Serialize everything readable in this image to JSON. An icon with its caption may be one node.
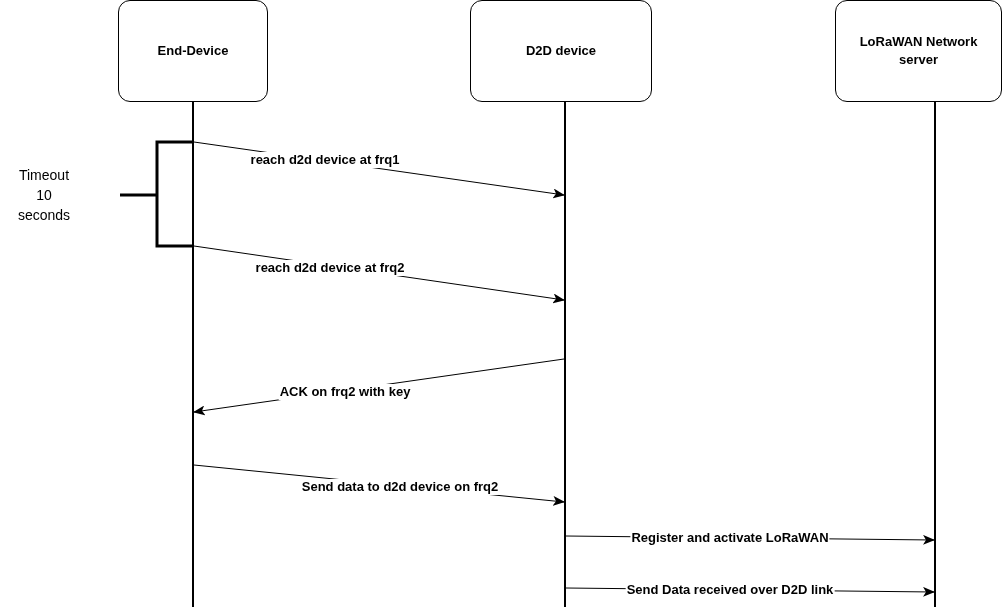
{
  "diagram": {
    "nodes": [
      {
        "text": [
          "End-Device"
        ]
      },
      {
        "text": [
          "D2D device"
        ]
      },
      {
        "text": [
          "LoRaWAN Network server"
        ]
      },
      {
        "text": [],
        "shape": "line"
      },
      {
        "text": [],
        "shape": "line"
      },
      {
        "text": [],
        "shape": "line"
      }
    ],
    "edges": [
      {
        "from": 3,
        "to": 4,
        "arrow": "to",
        "label": "reach d2d device at frq1"
      },
      {
        "from": 3,
        "to": 4,
        "arrow": "to",
        "label": "reach d2d device at frq2"
      },
      {
        "from": 4,
        "to": 3,
        "arrow": "to",
        "label": "ACK on frq2 with key"
      },
      {
        "from": 3,
        "to": 4,
        "arrow": "to",
        "label": "Send data to d2d device on frq2"
      },
      {
        "from": 4,
        "to": 5,
        "arrow": "to",
        "label": "Register and activate LoRaWAN"
      },
      {
        "from": 4,
        "to": 5,
        "arrow": "to",
        "label": "Send Data received over D2D link"
      }
    ],
    "labels": [
      "Timeout 10 seconds"
    ]
  }
}
